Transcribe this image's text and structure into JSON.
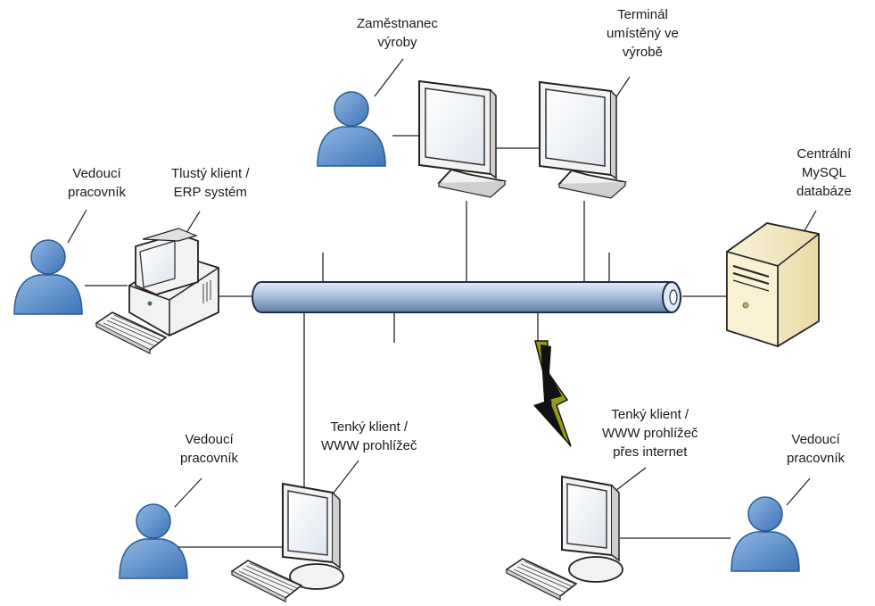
{
  "labels": {
    "production_worker": [
      "Zaměstnanec",
      "výroby"
    ],
    "production_terminal": [
      "Terminál",
      "umístěný ve",
      "výrobě"
    ],
    "central_db": [
      "Centrální",
      "MySQL",
      "databáze"
    ],
    "manager_left": [
      "Vedoucí",
      "pracovník"
    ],
    "thick_client": [
      "Tlustý klient /",
      "ERP systém"
    ],
    "manager_bottom_left": [
      "Vedoucí",
      "pracovník"
    ],
    "thin_client": [
      "Tenký klient /",
      "WWW prohlížeč"
    ],
    "thin_client_internet": [
      "Tenký klient /",
      "WWW prohlížeč",
      "přes internet"
    ],
    "manager_bottom_right": [
      "Vedoucí",
      "pracovník"
    ]
  },
  "colors": {
    "bus_fill": "#a9c1e0",
    "bus_stroke": "#1f2f4a",
    "person_fill": "#5b8fcd",
    "person_stroke": "#2d5a8e",
    "lightning": "#111111",
    "lightning_accent": "#9a9a1a",
    "server_fill": "#f6ecc8"
  }
}
